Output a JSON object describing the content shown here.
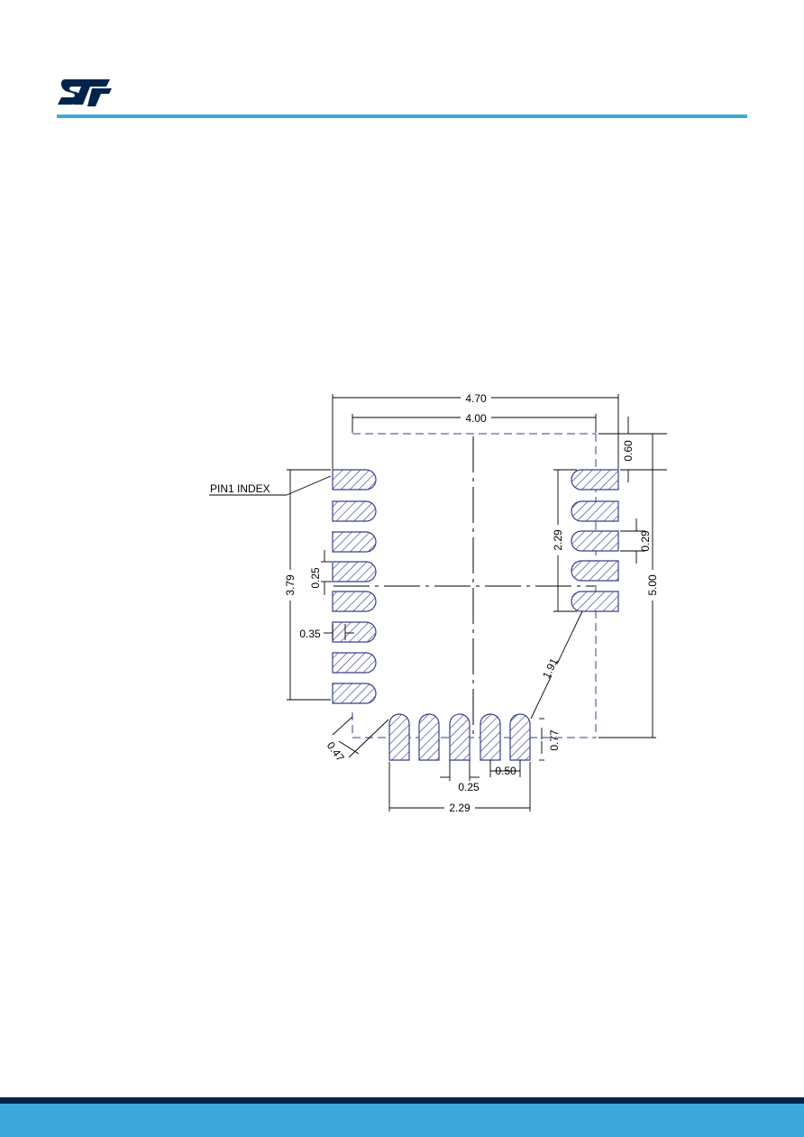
{
  "brand": {
    "logo_text": "ST",
    "logo_color": "#03234b",
    "accent_color": "#3ca8dc"
  },
  "pin1_label": "PIN1 INDEX",
  "dimensions": {
    "overall_width": "4.70",
    "body_width": "4.00",
    "top_offset": "0.60",
    "right_pin_span": "2.29",
    "pad_pitch_right": "0.29",
    "overall_height": "5.00",
    "left_pin_span": "3.79",
    "pad_height_left": "0.25",
    "pad_length_left": "0.35",
    "diagonal": "1.91",
    "corner": "0.47",
    "bottom_offset": "0.77",
    "bottom_pitch": "0.50",
    "bottom_pad_width": "0.25",
    "bottom_pin_span": "2.29"
  }
}
